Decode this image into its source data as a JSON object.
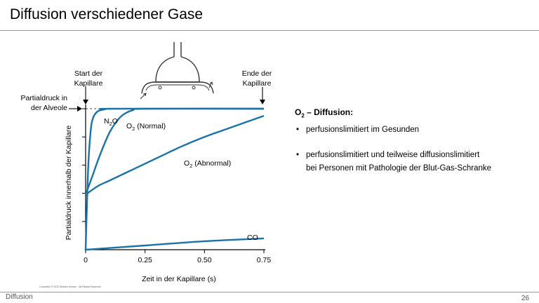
{
  "slide": {
    "title": "Diffusion verschiedener Gase",
    "footer_left": "Diffusion",
    "page_number": "26",
    "copyright": "Copyright © 2010 Wolters Kluwer · All Rights Reserved"
  },
  "note": {
    "title_prefix": "O",
    "title_sub": "2",
    "title_rest": " – Diffusion:",
    "bullets": [
      {
        "line1": "perfusionslimitiert im Gesunden",
        "line2": ""
      },
      {
        "line1": "perfusionslimitiert und teilweise diffusionslimitiert",
        "line2": "bei Personen mit Pathologie der Blut-Gas-Schranke"
      }
    ]
  },
  "chart_data": {
    "type": "line",
    "xlabel": "Zeit in der Kapillare (s)",
    "ylabel": "Partialdruck innerhalb der Kapillare",
    "xlim": [
      0,
      0.75
    ],
    "ylim": [
      0,
      1
    ],
    "x_ticks": [
      0,
      0.25,
      0.5,
      0.75
    ],
    "x_tick_labels": [
      "0",
      "0.25",
      "0.50",
      "0.75"
    ],
    "y_ticks": [
      0.2,
      0.4,
      0.6,
      0.8,
      1.0
    ],
    "annotations": {
      "start": [
        "Start der",
        "Kapillare"
      ],
      "end": [
        "Ende der",
        "Kapillare"
      ],
      "alveole": [
        "Partialdruck in",
        "der Alveole"
      ],
      "alveolar_level": 1.0
    },
    "series_labels": {
      "n2o": {
        "base": "N",
        "sub1": "2",
        "rest": "O"
      },
      "o2_normal": {
        "base": "O",
        "sub": "2",
        "rest": "  (Normal)"
      },
      "o2_abnormal": {
        "base": "O",
        "sub": "2",
        "rest": "  (Abnormal)"
      },
      "co": {
        "text": "CO"
      }
    },
    "series": [
      {
        "name": "N2O",
        "x": [
          0,
          0.01,
          0.02,
          0.03,
          0.05,
          0.08,
          0.12,
          0.75
        ],
        "y": [
          0,
          0.55,
          0.82,
          0.93,
          0.98,
          0.995,
          1.0,
          1.0
        ]
      },
      {
        "name": "O2 (Normal)",
        "x": [
          0,
          0.03,
          0.06,
          0.1,
          0.14,
          0.17,
          0.2,
          0.25,
          0.75
        ],
        "y": [
          0.39,
          0.53,
          0.67,
          0.83,
          0.93,
          0.97,
          0.99,
          1.0,
          1.0
        ]
      },
      {
        "name": "O2 (Abnormal)",
        "x": [
          0,
          0.05,
          0.1,
          0.2,
          0.3,
          0.4,
          0.5,
          0.6,
          0.75
        ],
        "y": [
          0.39,
          0.45,
          0.49,
          0.57,
          0.65,
          0.73,
          0.8,
          0.86,
          0.95
        ]
      },
      {
        "name": "CO",
        "x": [
          0,
          0.25,
          0.5,
          0.75
        ],
        "y": [
          0.0,
          0.03,
          0.06,
          0.08
        ]
      }
    ],
    "color": "#1a73a8"
  }
}
